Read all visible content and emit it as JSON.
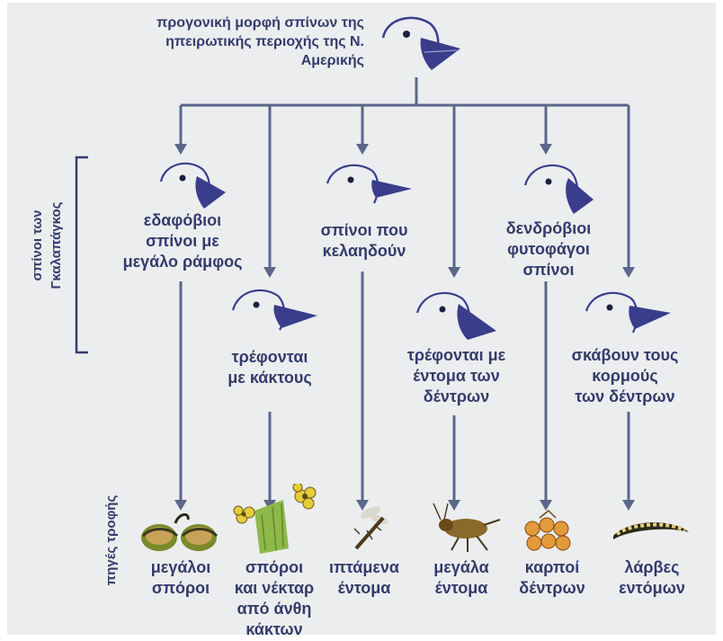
{
  "colors": {
    "background": "#ebedef",
    "line": "#5b6789",
    "text": "#343b6b",
    "beak": "#3a3d8c"
  },
  "ancestor": {
    "line1": "προγονική μορφή σπίνων της",
    "line2": "ηπειρωτικής περιοχής της Ν.",
    "line3": "Αμερικής"
  },
  "side_labels": {
    "galapagos_line1": "σπίνοι των",
    "galapagos_line2": "Γκαλαπάγκος",
    "food_sources": "πηγές τροφής"
  },
  "finches": [
    {
      "icon": "finch-large-beak-icon",
      "line1": "εδαφόβιοι",
      "line2": "σπίνοι με",
      "line3": "μεγάλο ράμφος"
    },
    {
      "icon": "finch-cactus-icon",
      "line1": "τρέφονται",
      "line2": "με κάκτους",
      "line3": ""
    },
    {
      "icon": "finch-pecking-icon",
      "line1": "σπίνοι που",
      "line2": "κελαηδούν",
      "line3": ""
    },
    {
      "icon": "finch-insect-icon",
      "line1": "τρέφονται με",
      "line2": "έντομα των",
      "line3": "δέντρων"
    },
    {
      "icon": "finch-tree-icon",
      "line1": "δενδρόβιοι",
      "line2": "φυτοφάγοι",
      "line3": "σπίνοι"
    },
    {
      "icon": "finch-digging-icon",
      "line1": "σκάβουν τους",
      "line2": "κορμούς",
      "line3": "των δέντρων"
    }
  ],
  "foods": [
    {
      "icon": "large-seeds-icon",
      "line1": "μεγάλοι",
      "line2": "σπόροι",
      "line3": "",
      "line4": ""
    },
    {
      "icon": "cactus-flowers-icon",
      "line1": "σπόροι",
      "line2": "και νέκταρ",
      "line3": "από άνθη",
      "line4": "κάκτων"
    },
    {
      "icon": "flying-insect-icon",
      "line1": "ιπτάμενα",
      "line2": "έντομα",
      "line3": "",
      "line4": ""
    },
    {
      "icon": "large-insect-icon",
      "line1": "μεγάλα",
      "line2": "έντομα",
      "line3": "",
      "line4": ""
    },
    {
      "icon": "tree-fruits-icon",
      "line1": "καρποί",
      "line2": "δέντρων",
      "line3": "",
      "line4": ""
    },
    {
      "icon": "larvae-icon",
      "line1": "λάρβες",
      "line2": "εντόμων",
      "line3": "",
      "line4": ""
    }
  ]
}
